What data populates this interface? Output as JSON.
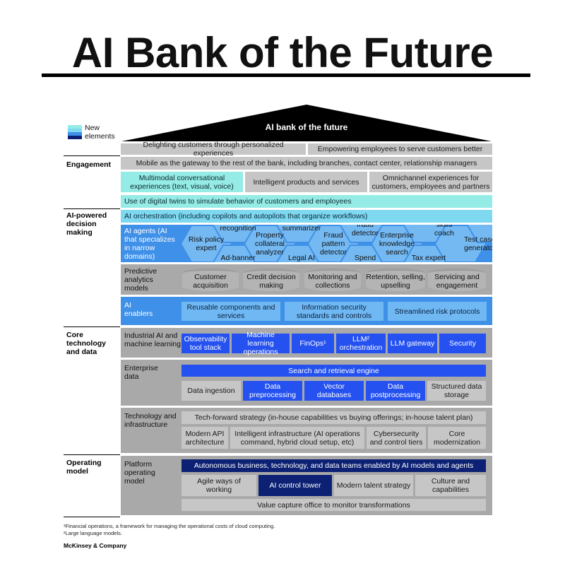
{
  "title": "AI Bank of the Future",
  "legend": {
    "label": "New elements",
    "swatches": [
      "#95ebe5",
      "#7ed8f0",
      "#3f90e8",
      "#0c2173"
    ]
  },
  "roof": {
    "label": "AI bank of the future"
  },
  "sections": {
    "engagement": "Engagement",
    "decision": "AI-powered decision making",
    "core": "Core technology and data",
    "operating": "Operating model"
  },
  "engagement": {
    "row1": [
      "Delighting customers through personalized experiences",
      "Empowering employees to serve customers better"
    ],
    "mobile": "Mobile as the gateway to the rest of the bank, including branches, contact center, relationship managers",
    "row3": [
      "Multimodal conversational experiences (text, visual, voice)",
      "Intelligent products and services",
      "Omnichannel experiences for customers, employees and partners"
    ],
    "twins": "Use of digital twins to simulate behavior of customers and employees"
  },
  "decision": {
    "orchestration": "AI orchestration (including copilots and autopilots that organize workflows)",
    "agents_label": "AI agents (AI that specializes in narrow domains)",
    "agents": [
      "Risk policy expert",
      "recognition",
      "Ad-banner",
      "Property collateral analyzer",
      "summarizer",
      "Legal AI",
      "Fraud pattern detector",
      "fraud detector",
      "Spend",
      "Enterprise knowledge search",
      "skills coach",
      "Tax expert",
      "Test case generator"
    ],
    "predictive_label": "Predictive analytics models",
    "predictive": [
      "Customer acquisition",
      "Credit decision making",
      "Monitoring and collections",
      "Retention, selling, upselling",
      "Servicing and engagement"
    ],
    "enablers_label": "AI enablers",
    "enablers": [
      "Reusable components and services",
      "Information security standards and controls",
      "Streamlined risk protocols"
    ]
  },
  "core": {
    "industrial_label": "Industrial AI and machine learning",
    "industrial": [
      "Observability tool stack",
      "Machine learning operations",
      "FinOps¹",
      "LLM² orchestration",
      "LLM gateway",
      "Security"
    ],
    "enterprise_label": "Enterprise data",
    "search": "Search and retrieval engine",
    "data": [
      "Data ingestion",
      "Data preprocessing",
      "Vector databases",
      "Data postprocessing",
      "Structured data storage"
    ],
    "tech_label": "Technology and infrastructure",
    "strategy": "Tech-forward strategy (in-house capabilities vs buying offerings; in-house talent plan)",
    "tech": [
      "Modern API architecture",
      "Intelligent infrastructure (AI operations command, hybrid cloud setup, etc)",
      "Cybersecurity and control tiers",
      "Core modernization"
    ]
  },
  "operating": {
    "platform_label": "Platform operating model",
    "autonomous": "Autonomous business, technology, and data teams enabled by AI models and agents",
    "items": [
      "Agile ways of working",
      "AI control tower",
      "Modern talent strategy",
      "Culture and capabilities"
    ],
    "value": "Value capture office to monitor transformations"
  },
  "footnotes": [
    "¹Financial operations, a framework for managing the operational costs of cloud computing.",
    "²Large language models."
  ],
  "source": "McKinsey & Company"
}
